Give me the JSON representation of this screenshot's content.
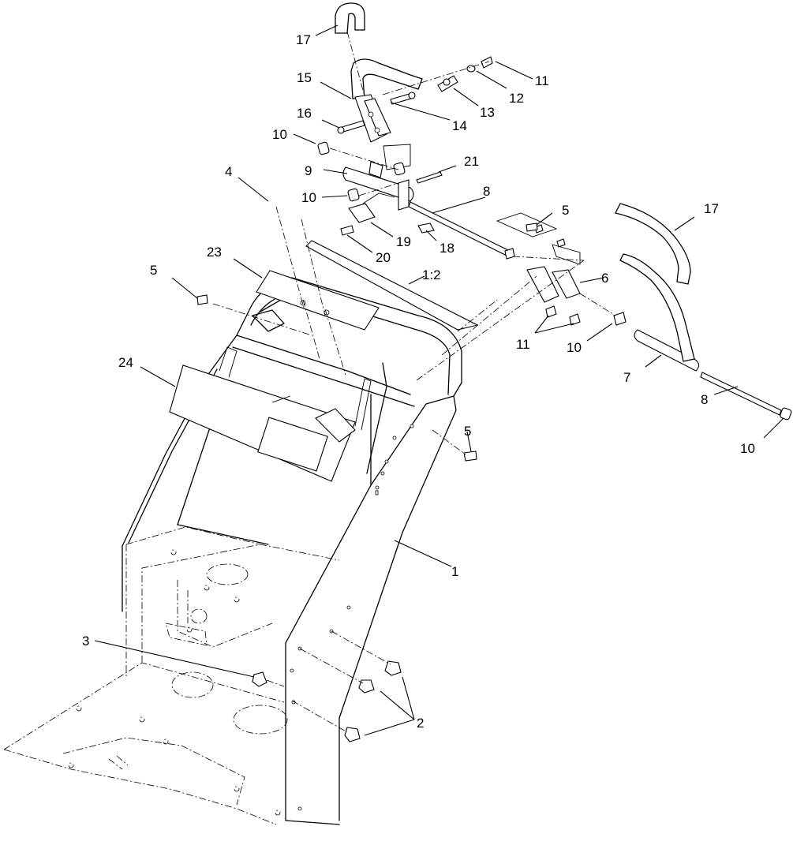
{
  "callouts": {
    "c1": "1",
    "c2": "2",
    "c3": "3",
    "c4": "4",
    "c5a": "5",
    "c5b": "5",
    "c5c": "5",
    "c6": "6",
    "c7": "7",
    "c8a": "8",
    "c8b": "8",
    "c9": "9",
    "c10a": "10",
    "c10b": "10",
    "c10c": "10",
    "c10d": "10",
    "c11a": "11",
    "c11b": "11",
    "c12": "12",
    "c13": "13",
    "c14": "14",
    "c15": "15",
    "c16": "16",
    "c17a": "17",
    "c17b": "17",
    "c18": "18",
    "c19": "19",
    "c20": "20",
    "c21": "21",
    "c23": "23",
    "c24": "24",
    "c1_2": "1:2"
  }
}
